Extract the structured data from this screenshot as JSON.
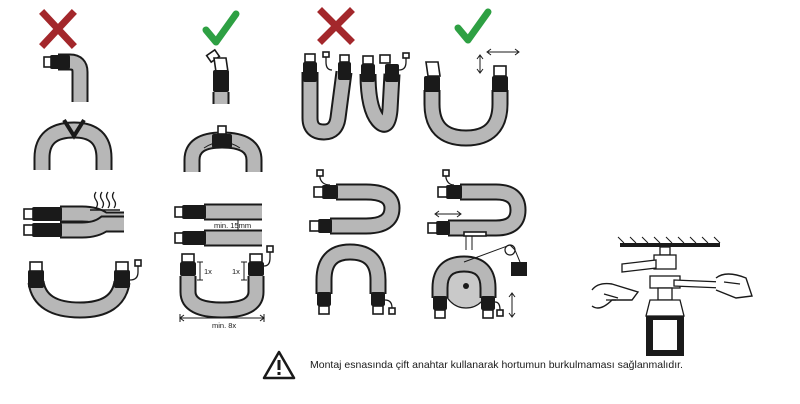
{
  "warning": {
    "icon": "warning-triangle-icon",
    "text": "Montaj esnasında çift anahtar kullanarak hortumun burkulmaması sağlanmalıdır."
  },
  "dimensions": {
    "gap_label": "min. 15mm",
    "bend_label_left": "1x",
    "bend_label_right": "1x",
    "span_label": "min. 8x"
  },
  "markers": {
    "wrong": {
      "icon": "red-cross-icon",
      "color": "#a3272b"
    },
    "right": {
      "icon": "green-check-icon",
      "color": "#2ea043"
    }
  },
  "colors": {
    "hose": "#b7b7b7",
    "fitting": "#1a1a1a"
  }
}
